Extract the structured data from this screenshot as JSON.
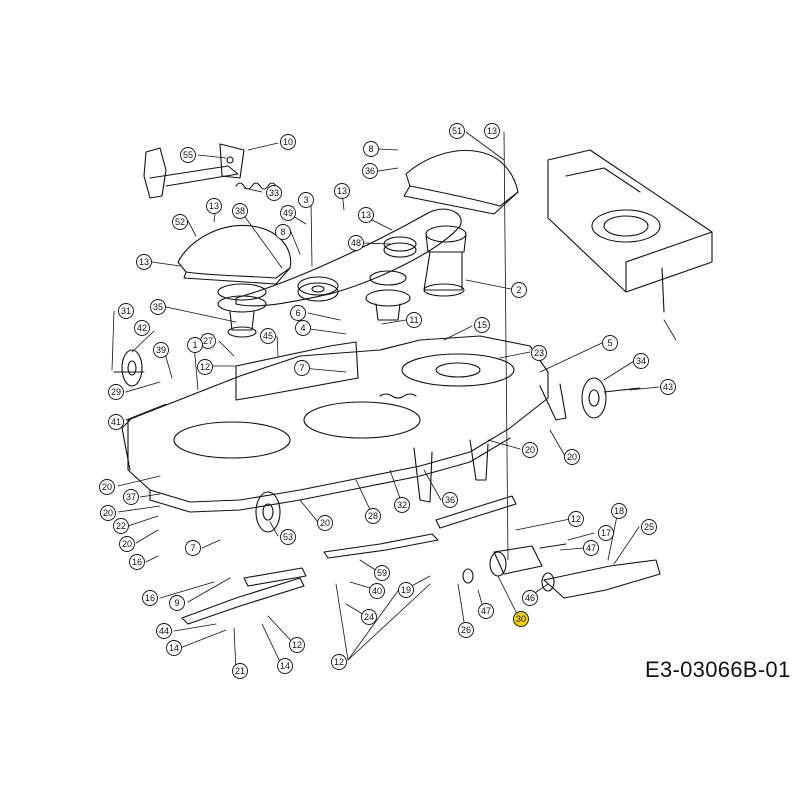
{
  "diagram": {
    "reference_code": "E3-03066B-01",
    "highlight_color": "#f2d200",
    "line_color": "#111111",
    "callouts": [
      "55",
      "10",
      "33",
      "52",
      "13",
      "38",
      "49",
      "8",
      "3",
      "13",
      "8",
      "36",
      "13",
      "51",
      "13",
      "13",
      "48",
      "2",
      "35",
      "42",
      "31",
      "27",
      "45",
      "12",
      "1",
      "39",
      "7",
      "29",
      "41",
      "4",
      "6",
      "11",
      "15",
      "23",
      "5",
      "34",
      "43",
      "20",
      "37",
      "20",
      "22",
      "20",
      "16",
      "7",
      "53",
      "20",
      "28",
      "32",
      "36",
      "20",
      "20",
      "18",
      "12",
      "17",
      "47",
      "25",
      "16",
      "9",
      "44",
      "14",
      "21",
      "14",
      "12",
      "12",
      "40",
      "24",
      "59",
      "19",
      "26",
      "47",
      "30",
      "46"
    ]
  }
}
